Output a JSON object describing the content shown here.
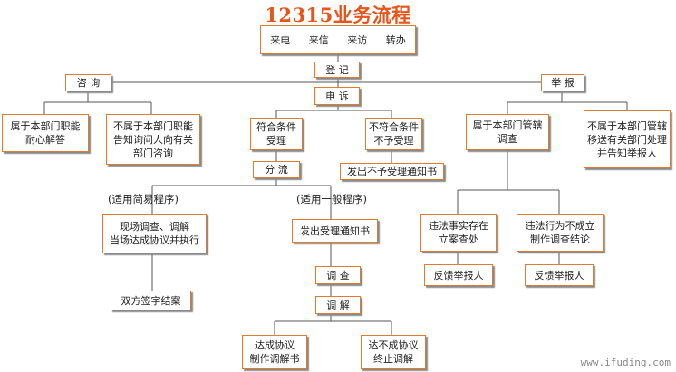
{
  "title": "12315业务流程",
  "channels": [
    "来电",
    "来信",
    "来访",
    "转办"
  ],
  "nodes": {
    "register": "登 记",
    "consult": "咨 询",
    "consult_in_scope": [
      "属于本部门职能",
      "耐心解答"
    ],
    "consult_out_scope": [
      "不属于本部门职能",
      "告知询问人向有关",
      "部门咨询"
    ],
    "complaint": "申 诉",
    "meets_conditions": [
      "符合条件",
      "受理"
    ],
    "not_meets_conditions": [
      "不符合条件",
      "不予受理"
    ],
    "reject_notice": "发出不予受理通知书",
    "triage": "分 流",
    "simple_procedure": "(适用简易程序)",
    "general_procedure": "(适用一般程序)",
    "onsite_mediation": [
      "现场调查、调解",
      "当场达成协议并执行"
    ],
    "both_sign": "双方签字结案",
    "accept_notice": "发出受理通知书",
    "investigate": "调 查",
    "mediate": "调 解",
    "agreement_reached": [
      "达成协议",
      "制作调解书"
    ],
    "agreement_failed": [
      "达不成协议",
      "终止调解"
    ],
    "report": "举 报",
    "report_in_jurisdiction": [
      "属于本部门管辖",
      "调查"
    ],
    "report_out_jurisdiction": [
      "不属于本部门管辖",
      "移送有关部门处理",
      "并告知举报人"
    ],
    "violation_case": [
      "违法事实存在",
      "立案查处"
    ],
    "no_violation": [
      "违法行为不成立",
      "制作调查结论"
    ],
    "feedback_1": "反馈举报人",
    "feedback_2": "反馈举报人"
  },
  "watermark": "www.ifuding.com",
  "colors": {
    "border": "#e07c2c",
    "title": "#e8541a",
    "line": "#555555"
  }
}
